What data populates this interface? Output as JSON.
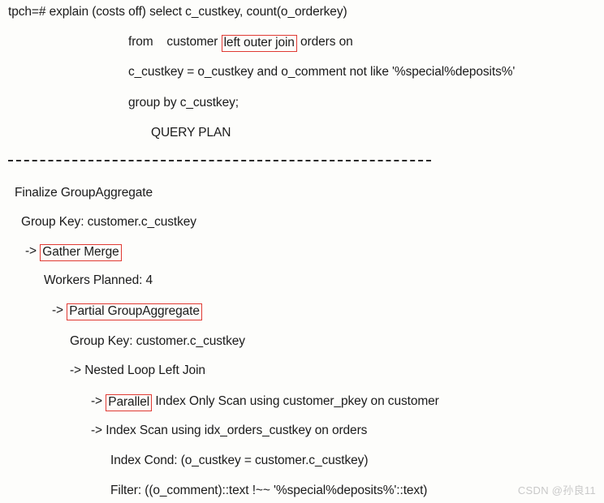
{
  "terminal": {
    "prompt_line": "tpch=# explain (costs off) select c_custkey, count(o_orderkey)",
    "query_lines": [
      {
        "before": "from    customer ",
        "highlight": "left outer join",
        "after": " orders on"
      },
      {
        "before": "c_custkey = o_custkey and o_comment not like '%special%deposits%'",
        "highlight": "",
        "after": ""
      },
      {
        "before": "group by c_custkey;",
        "highlight": "",
        "after": ""
      }
    ],
    "header": "QUERY PLAN",
    "separator": "----------------------------------------------------------------------------------",
    "plan_lines": [
      {
        "arrow": "",
        "before": "Finalize GroupAggregate",
        "highlight": "",
        "after": ""
      },
      {
        "arrow": "",
        "before": "Group Key: customer.c_custkey",
        "highlight": "",
        "after": ""
      },
      {
        "arrow": "-> ",
        "before": "",
        "highlight": "Gather Merge",
        "after": ""
      },
      {
        "arrow": "",
        "before": "Workers Planned: 4",
        "highlight": "",
        "after": ""
      },
      {
        "arrow": "-> ",
        "before": "",
        "highlight": "Partial GroupAggregate",
        "after": ""
      },
      {
        "arrow": "",
        "before": "Group Key: customer.c_custkey",
        "highlight": "",
        "after": ""
      },
      {
        "arrow": "-> ",
        "before": "Nested Loop Left Join",
        "highlight": "",
        "after": ""
      },
      {
        "arrow": "-> ",
        "before": "",
        "highlight": "Parallel",
        "after": " Index Only Scan using customer_pkey on customer"
      },
      {
        "arrow": "-> ",
        "before": "Index Scan using idx_orders_custkey on orders",
        "highlight": "",
        "after": ""
      },
      {
        "arrow": "",
        "before": "Index Cond: (o_custkey = customer.c_custkey)",
        "highlight": "",
        "after": ""
      },
      {
        "arrow": "",
        "before": "Filter: ((o_comment)::text !~~ '%special%deposits%'::text)",
        "highlight": "",
        "after": ""
      }
    ]
  },
  "watermark": {
    "text": "CSDN @孙良11"
  },
  "colors": {
    "highlight_border": "#e03a33",
    "text": "#1b1b1b",
    "background": "#fdfdfb",
    "watermark": "#c9c9c9"
  }
}
